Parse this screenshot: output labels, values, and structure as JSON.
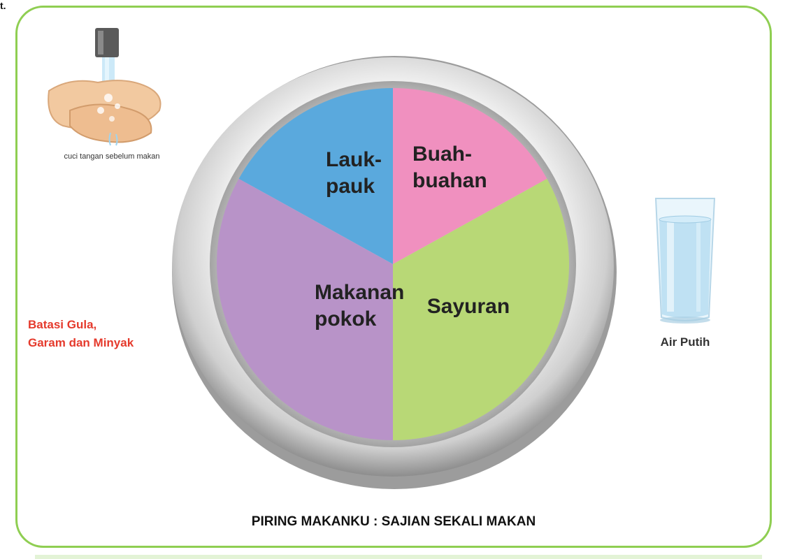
{
  "corner_mark": "t.",
  "hand_caption": "cuci tangan sebelum makan",
  "limit_note": [
    "Batasi Gula,",
    "Garam dan Minyak"
  ],
  "water_label": "Air Putih",
  "title": "PIRING MAKANKU : SAJIAN SEKALI MAKAN",
  "plate_sections": [
    {
      "lines": [
        "Lauk-",
        "pauk"
      ],
      "color": "#5aa9dd"
    },
    {
      "lines": [
        "Buah-",
        "buahan"
      ],
      "color": "#f090bf"
    },
    {
      "lines": [
        "Sayuran"
      ],
      "color": "#b8d876"
    },
    {
      "lines": [
        "Makanan",
        "pokok"
      ],
      "color": "#b893c8"
    }
  ],
  "colors": {
    "frame": "#8fce52",
    "note": "#e53a2c"
  }
}
